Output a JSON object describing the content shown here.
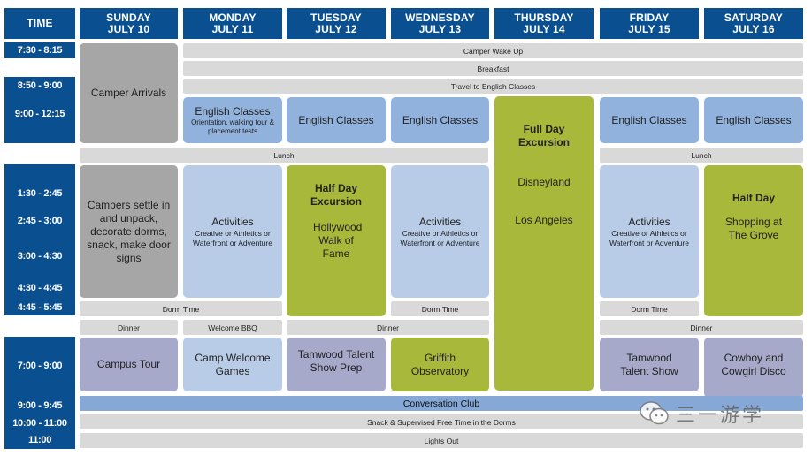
{
  "header": {
    "time": "TIME",
    "days": [
      {
        "day": "SUNDAY",
        "date": "JULY 10"
      },
      {
        "day": "MONDAY",
        "date": "JULY 11"
      },
      {
        "day": "TUESDAY",
        "date": "JULY 12"
      },
      {
        "day": "WEDNESDAY",
        "date": "JULY 13"
      },
      {
        "day": "THURSDAY",
        "date": "JULY 14"
      },
      {
        "day": "FRIDAY",
        "date": "JULY 15"
      },
      {
        "day": "SATURDAY",
        "date": "JULY 16"
      }
    ]
  },
  "times": [
    "7:30 - 8:15",
    "8:50 - 9:00",
    "9:00 - 12:15",
    "1:30 - 2:45",
    "2:45 - 3:00",
    "3:00 - 4:30",
    "4:30 - 4:45",
    "4:45 - 5:45",
    "7:00 - 9:00",
    "9:00 - 9:45",
    "10:00 - 11:00",
    "11:00"
  ],
  "bars": {
    "wake_up": "Camper Wake Up",
    "breakfast": "Breakfast",
    "travel": "Travel to English Classes",
    "lunch": "Lunch",
    "dorm_time": "Dorm Time",
    "dinner": "Dinner",
    "welcome_bbq": "Welcome BBQ",
    "conversation": "Conversation Club",
    "snack": "Snack & Supervised Free Time in the Dorms",
    "lights_out": "Lights Out"
  },
  "sunday": {
    "arrivals": "Camper Arrivals",
    "settle": "Campers settle in and unpack, decorate dorms, snack, make door signs",
    "campus_tour": "Campus Tour"
  },
  "english": {
    "title": "English Classes",
    "monday_sub": "Orientation, walking tour & placement tests"
  },
  "activities": {
    "title": "Activities",
    "sub": "Creative or Athletics or Waterfront or Adventure"
  },
  "tuesday": {
    "excursion": "Half Day Excursion",
    "place": "Hollywood Walk of Fame",
    "evening": "Tamwood Talent Show Prep"
  },
  "monday": {
    "evening": "Camp Welcome Games"
  },
  "wednesday": {
    "evening": "Griffith Observatory"
  },
  "thursday": {
    "excursion": "Full Day Excursion",
    "place1": "Disneyland",
    "place2": "Los Angeles"
  },
  "friday": {
    "evening": "Tamwood Talent Show"
  },
  "saturday": {
    "excursion": "Half Day",
    "place": "Shopping at The Grove",
    "evening": "Cowboy and Cowgirl Disco"
  },
  "watermark": "三一游学",
  "colors": {
    "header": "#0a4f8f",
    "gray_block": "#a6a6a6",
    "light_blue_block": "#b8cce8",
    "purple_block": "#a7a9cb",
    "green_block": "#a8b83a",
    "bar": "#d9d9d9",
    "conversation_bar": "#86a8d6"
  },
  "icons": [
    "wechat-icon"
  ]
}
